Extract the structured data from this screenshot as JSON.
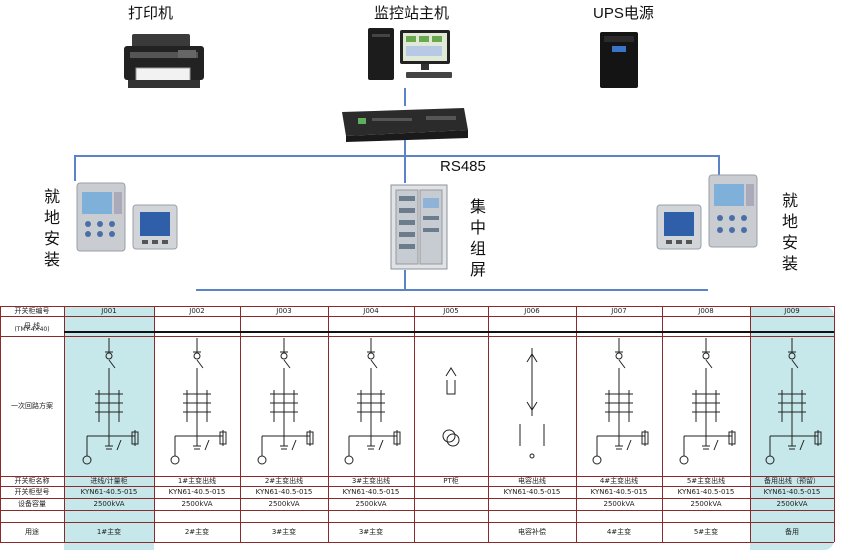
{
  "top": {
    "printer_label": "打印机",
    "host_label": "监控站主机",
    "ups_label": "UPS电源",
    "bus_label": "RS485",
    "center_label": [
      "集",
      "中",
      "组",
      "屏"
    ],
    "left_label": [
      "就",
      "地",
      "安",
      "装"
    ],
    "right_label": [
      "就",
      "地",
      "安",
      "装"
    ]
  },
  "table": {
    "row_labels": {
      "cabinet_no": "开关柜编号",
      "busbar": "母 线",
      "main_circuit": "一次回路方案",
      "cabinet_name": "开关柜名称",
      "model": "开关柜型号",
      "capacity": "设备容量",
      "note": "用途"
    },
    "busbar_note": "(TMY-4×40)",
    "columns": [
      {
        "no": "J001",
        "name": "进线/计量柜",
        "model": "KYN61-40.5-015",
        "capacity": "2500kVA",
        "note": "1#主变"
      },
      {
        "no": "J002",
        "name": "1#主变出线",
        "model": "KYN61-40.5-015",
        "capacity": "2500kVA",
        "note": "2#主变"
      },
      {
        "no": "J003",
        "name": "2#主变出线",
        "model": "KYN61-40.5-015",
        "capacity": "2500kVA",
        "note": "3#主变"
      },
      {
        "no": "J004",
        "name": "3#主变出线",
        "model": "KYN61-40.5-015",
        "capacity": "2500kVA",
        "note": "3#主变"
      },
      {
        "no": "J005",
        "name": "PT柜",
        "model": "",
        "capacity": "",
        "note": ""
      },
      {
        "no": "J006",
        "name": "电容出线",
        "model": "KYN61-40.5-015",
        "capacity": "",
        "note": "电容补偿"
      },
      {
        "no": "J007",
        "name": "4#主变出线",
        "model": "KYN61-40.5-015",
        "capacity": "2500kVA",
        "note": "4#主变"
      },
      {
        "no": "J008",
        "name": "5#主变出线",
        "model": "KYN61-40.5-015",
        "capacity": "2500kVA",
        "note": "5#主变"
      },
      {
        "no": "J009",
        "name": "备用出线（预留）",
        "model": "KYN61-40.5-015",
        "capacity": "2500kVA",
        "note": "备用"
      }
    ]
  },
  "colors": {
    "bus_line": "#5b83c7",
    "panel_highlight": "#c6e8ea",
    "table_line": "#8a2a2a",
    "device_grey": "#c9cdd2"
  },
  "icons": [
    "printer-icon",
    "workstation-icon",
    "ups-icon",
    "switch-device-icon",
    "relay-protection-icon",
    "power-meter-icon",
    "cabinet-icon"
  ]
}
